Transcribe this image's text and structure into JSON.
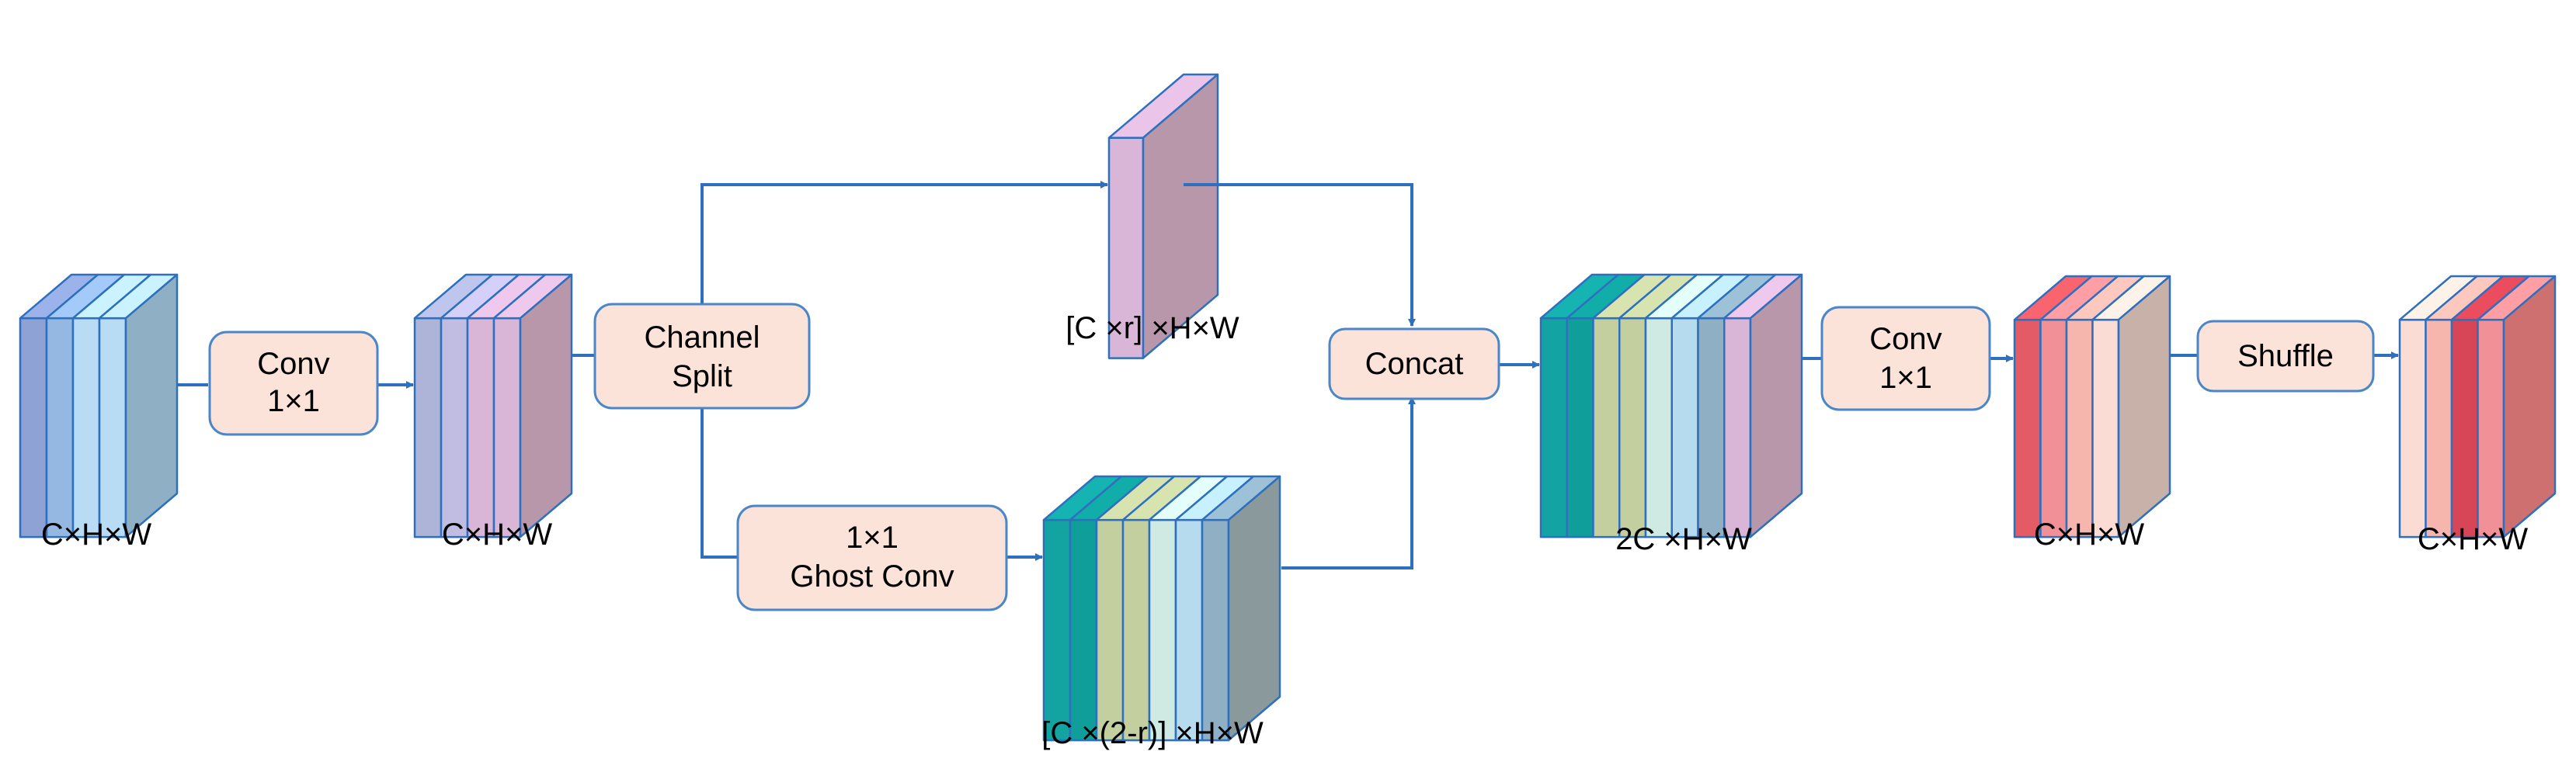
{
  "palette": {
    "blue1": "#8ea2d6",
    "blue2": "#95b8e2",
    "blue3": "#b8dcf4",
    "blue4": "#8fb0c4",
    "lavender1": "#aeb4d8",
    "lavender2": "#c1bde2",
    "pink1": "#d9b6d8",
    "mauve": "#b797a9",
    "teal1": "#13a3a1",
    "teal2": "#0f9e9a",
    "olive": "#c3cf9f",
    "mint": "#cfe9e3",
    "lightblue": "#b6dbef",
    "slate": "#8a9a9c",
    "red1": "#e35b64",
    "red2": "#f19096",
    "peach": "#f6b6ae",
    "pale": "#fbdcd4",
    "taupe": "#c8b1a8",
    "deepred": "#d64656",
    "brick": "#cf7070",
    "opbox_fill": "#fbe3d9",
    "arrow": "#2e6fbe"
  },
  "boxes": {
    "conv1": {
      "line1": "Conv",
      "line2": "1×1"
    },
    "split": {
      "line1": "Channel",
      "line2": "Split"
    },
    "ghost": {
      "line1": "1×1",
      "line2": "Ghost Conv"
    },
    "concat": {
      "line1": "Concat"
    },
    "conv2": {
      "line1": "Conv",
      "line2": "1×1"
    },
    "shuffle": {
      "line1": "Shuffle"
    }
  },
  "labels": {
    "input": "C×H×W",
    "after_conv1": "C×H×W",
    "top_branch": "[C ×r] ×H×W",
    "bottom_branch": "[C ×(2-r)] ×H×W",
    "concat_out": "2C ×H×W",
    "after_conv2": "C×H×W",
    "output": "C×H×W"
  }
}
